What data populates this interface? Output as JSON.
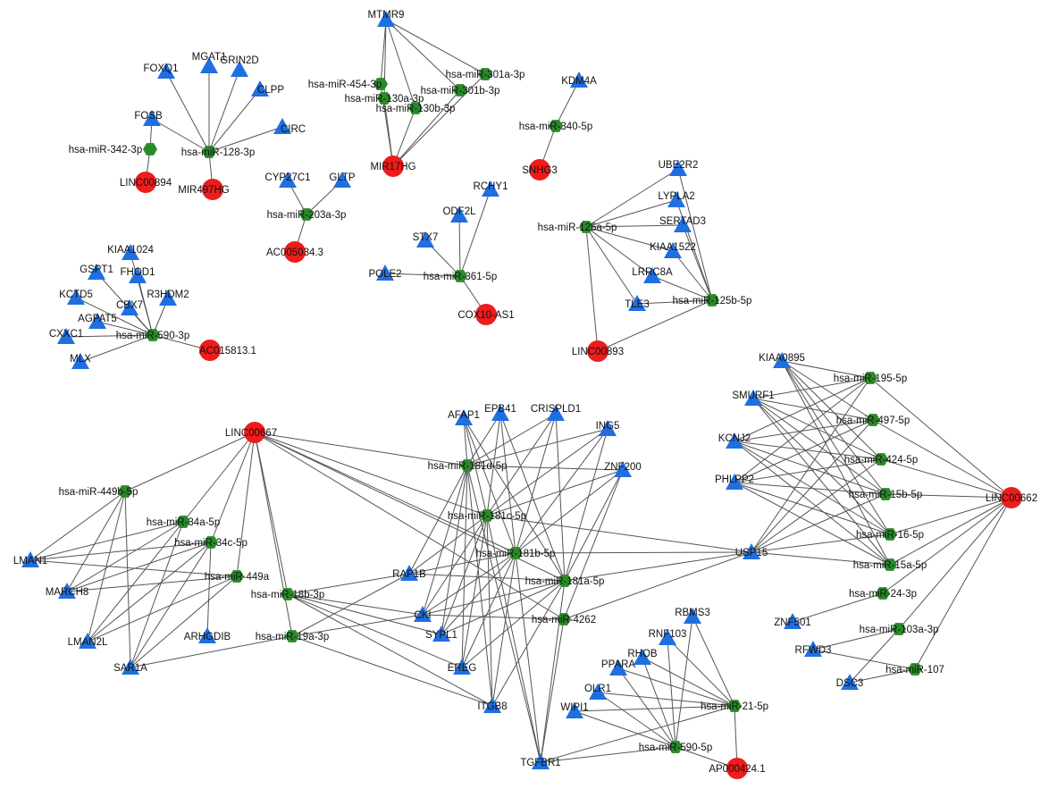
{
  "colors": {
    "lncrna": "#ee1c1c",
    "mirna": "#2a8a2a",
    "mrna": "#1f6fe0",
    "edge": "#555555",
    "background": "#ffffff"
  },
  "legend_shapes": {
    "lncrna": "circle",
    "mirna": "hexagon",
    "mrna": "triangle"
  },
  "nodes": [
    {
      "id": "FOXQ1",
      "label": "FOXQ1",
      "type": "mrna"
    },
    {
      "id": "MGAT1",
      "label": "MGAT1",
      "type": "mrna"
    },
    {
      "id": "GRIN2D",
      "label": "GRIN2D",
      "type": "mrna"
    },
    {
      "id": "CLPP",
      "label": "CLPP",
      "type": "mrna"
    },
    {
      "id": "CIRC",
      "label": "CIRC",
      "type": "mrna"
    },
    {
      "id": "FOSB",
      "label": "FOSB",
      "type": "mrna"
    },
    {
      "id": "miR342",
      "label": "hsa-miR-342-3p",
      "type": "mirna"
    },
    {
      "id": "miR128",
      "label": "hsa-miR-128-3p",
      "type": "mirna"
    },
    {
      "id": "LINC00894",
      "label": "LINC00894",
      "type": "lncrna"
    },
    {
      "id": "MIR497HG",
      "label": "MIR497HG",
      "type": "lncrna"
    },
    {
      "id": "MTMR9",
      "label": "MTMR9",
      "type": "mrna"
    },
    {
      "id": "miR454",
      "label": "hsa-miR-454-3p",
      "type": "mirna"
    },
    {
      "id": "miR130a",
      "label": "hsa-miR-130a-3p",
      "type": "mirna"
    },
    {
      "id": "miR301a",
      "label": "hsa-miR-301a-3p",
      "type": "mirna"
    },
    {
      "id": "miR301b",
      "label": "hsa-miR-301b-3p",
      "type": "mirna"
    },
    {
      "id": "miR130b",
      "label": "hsa-miR-130b-3p",
      "type": "mirna"
    },
    {
      "id": "MIR17HG",
      "label": "MIR17HG",
      "type": "lncrna"
    },
    {
      "id": "KDM4A",
      "label": "KDM4A",
      "type": "mrna"
    },
    {
      "id": "miR340",
      "label": "hsa-miR-340-5p",
      "type": "mirna"
    },
    {
      "id": "SNHG3",
      "label": "SNHG3",
      "type": "lncrna"
    },
    {
      "id": "CYP27C1",
      "label": "CYP27C1",
      "type": "mrna"
    },
    {
      "id": "GLTP",
      "label": "GLTP",
      "type": "mrna"
    },
    {
      "id": "miR203a",
      "label": "hsa-miR-203a-3p",
      "type": "mirna"
    },
    {
      "id": "AC005034",
      "label": "AC005034.3",
      "type": "lncrna"
    },
    {
      "id": "RCHY1",
      "label": "RCHY1",
      "type": "mrna"
    },
    {
      "id": "ODF2L",
      "label": "ODF2L",
      "type": "mrna"
    },
    {
      "id": "STX7",
      "label": "STX7",
      "type": "mrna"
    },
    {
      "id": "POLE2",
      "label": "POLE2",
      "type": "mrna"
    },
    {
      "id": "miR361",
      "label": "hsa-miR-361-5p",
      "type": "mirna"
    },
    {
      "id": "COX10AS1",
      "label": "COX10-AS1",
      "type": "lncrna"
    },
    {
      "id": "UBE2R2",
      "label": "UBE2R2",
      "type": "mrna"
    },
    {
      "id": "LYPLA2",
      "label": "LYPLA2",
      "type": "mrna"
    },
    {
      "id": "SERTAD3",
      "label": "SERTAD3",
      "type": "mrna"
    },
    {
      "id": "KIAA1522",
      "label": "KIAA1522",
      "type": "mrna"
    },
    {
      "id": "LRRC8A",
      "label": "LRRC8A",
      "type": "mrna"
    },
    {
      "id": "TLE3",
      "label": "TLE3",
      "type": "mrna"
    },
    {
      "id": "miR125a",
      "label": "hsa-miR-125a-5p",
      "type": "mirna"
    },
    {
      "id": "miR125b",
      "label": "hsa-miR-125b-5p",
      "type": "mirna"
    },
    {
      "id": "LINC00893",
      "label": "LINC00893",
      "type": "lncrna"
    },
    {
      "id": "KIAA1024",
      "label": "KIAA1024",
      "type": "mrna"
    },
    {
      "id": "GSPT1",
      "label": "GSPT1",
      "type": "mrna"
    },
    {
      "id": "FHOD1",
      "label": "FHOD1",
      "type": "mrna"
    },
    {
      "id": "R3HDM2",
      "label": "R3HDM2",
      "type": "mrna"
    },
    {
      "id": "KCTD5",
      "label": "KCTD5",
      "type": "mrna"
    },
    {
      "id": "CBX7",
      "label": "CBX7",
      "type": "mrna"
    },
    {
      "id": "AGPAT5",
      "label": "AGPAT5",
      "type": "mrna"
    },
    {
      "id": "CXXC1",
      "label": "CXXC1",
      "type": "mrna"
    },
    {
      "id": "MLX",
      "label": "MLX",
      "type": "mrna"
    },
    {
      "id": "miR590_3p",
      "label": "hsa-miR-590-3p",
      "type": "mirna"
    },
    {
      "id": "AC015813",
      "label": "AC015813.1",
      "type": "lncrna"
    },
    {
      "id": "LINC00667",
      "label": "LINC00667",
      "type": "lncrna"
    },
    {
      "id": "miR449b",
      "label": "hsa-miR-449b-5p",
      "type": "mirna"
    },
    {
      "id": "miR34a",
      "label": "hsa-miR-34a-5p",
      "type": "mirna"
    },
    {
      "id": "miR34c",
      "label": "hsa-miR-34c-5p",
      "type": "mirna"
    },
    {
      "id": "miR449a",
      "label": "hsa-miR-449a",
      "type": "mirna"
    },
    {
      "id": "LMAN1",
      "label": "LMAN1",
      "type": "mrna"
    },
    {
      "id": "MARCH8",
      "label": "MARCH8",
      "type": "mrna"
    },
    {
      "id": "LMAN2L",
      "label": "LMAN2L",
      "type": "mrna"
    },
    {
      "id": "ARHGDIB",
      "label": "ARHGDIB",
      "type": "mrna"
    },
    {
      "id": "SAR1A",
      "label": "SAR1A",
      "type": "mrna"
    },
    {
      "id": "miR18b",
      "label": "hsa-miR-18b-3p",
      "type": "mirna"
    },
    {
      "id": "miR19a",
      "label": "hsa-miR-19a-3p",
      "type": "mirna"
    },
    {
      "id": "AFAP1",
      "label": "AFAP1",
      "type": "mrna"
    },
    {
      "id": "EPB41",
      "label": "EPB41",
      "type": "mrna"
    },
    {
      "id": "CRISPLD1",
      "label": "CRISPLD1",
      "type": "mrna"
    },
    {
      "id": "ING5",
      "label": "ING5",
      "type": "mrna"
    },
    {
      "id": "ZNF200",
      "label": "ZNF200",
      "type": "mrna"
    },
    {
      "id": "miR181d",
      "label": "hsa-miR-181d-5p",
      "type": "mirna"
    },
    {
      "id": "miR181c",
      "label": "hsa-miR-181c-5p",
      "type": "mirna"
    },
    {
      "id": "miR181b",
      "label": "hsa-miR-181b-5p",
      "type": "mirna"
    },
    {
      "id": "miR181a",
      "label": "hsa-miR-181a-5p",
      "type": "mirna"
    },
    {
      "id": "miR4262",
      "label": "hsa-miR-4262",
      "type": "mirna"
    },
    {
      "id": "RAP1B",
      "label": "RAP1B",
      "type": "mrna"
    },
    {
      "id": "CKI",
      "label": "CKI",
      "type": "mrna"
    },
    {
      "id": "SYPL1",
      "label": "SYPL1",
      "type": "mrna"
    },
    {
      "id": "EREG",
      "label": "EREG",
      "type": "mrna"
    },
    {
      "id": "ITGB8",
      "label": "ITGB8",
      "type": "mrna"
    },
    {
      "id": "TGFBR1",
      "label": "TGFBR1",
      "type": "mrna"
    },
    {
      "id": "USP15",
      "label": "USP15",
      "type": "mrna"
    },
    {
      "id": "KIAA0895",
      "label": "KIAA0895",
      "type": "mrna"
    },
    {
      "id": "SMURF1",
      "label": "SMURF1",
      "type": "mrna"
    },
    {
      "id": "KCNJ2",
      "label": "KCNJ2",
      "type": "mrna"
    },
    {
      "id": "PHLPP2",
      "label": "PHLPP2",
      "type": "mrna"
    },
    {
      "id": "miR195",
      "label": "hsa-miR-195-5p",
      "type": "mirna"
    },
    {
      "id": "miR497",
      "label": "hsa-miR-497-5p",
      "type": "mirna"
    },
    {
      "id": "miR424",
      "label": "hsa-miR-424-5p",
      "type": "mirna"
    },
    {
      "id": "miR15b",
      "label": "hsa-miR-15b-5p",
      "type": "mirna"
    },
    {
      "id": "miR16",
      "label": "hsa-miR-16-5p",
      "type": "mirna"
    },
    {
      "id": "miR15a",
      "label": "hsa-miR-15a-5p",
      "type": "mirna"
    },
    {
      "id": "LINC00662",
      "label": "LINC00662",
      "type": "lncrna"
    },
    {
      "id": "miR24",
      "label": "hsa-miR-24-3p",
      "type": "mirna"
    },
    {
      "id": "miR103a",
      "label": "hsa-miR-103a-3p",
      "type": "mirna"
    },
    {
      "id": "miR107",
      "label": "hsa-miR-107",
      "type": "mirna"
    },
    {
      "id": "ZNF501",
      "label": "ZNF501",
      "type": "mrna"
    },
    {
      "id": "RFWD3",
      "label": "RFWD3",
      "type": "mrna"
    },
    {
      "id": "DSC3",
      "label": "DSC3",
      "type": "mrna"
    },
    {
      "id": "RBMS3",
      "label": "RBMS3",
      "type": "mrna"
    },
    {
      "id": "RNF103",
      "label": "RNF103",
      "type": "mrna"
    },
    {
      "id": "RHOB",
      "label": "RHOB",
      "type": "mrna"
    },
    {
      "id": "PPARA",
      "label": "PPARA",
      "type": "mrna"
    },
    {
      "id": "OLR1",
      "label": "OLR1",
      "type": "mrna"
    },
    {
      "id": "WIPI1",
      "label": "WIPI1",
      "type": "mrna"
    },
    {
      "id": "miR21",
      "label": "hsa-miR-21-5p",
      "type": "mirna"
    },
    {
      "id": "miR590_5p",
      "label": "hsa-miR-590-5p",
      "type": "mirna"
    },
    {
      "id": "AP000424",
      "label": "AP000424.1",
      "type": "lncrna"
    }
  ],
  "edges": [
    [
      "miR128",
      "FOXQ1"
    ],
    [
      "miR128",
      "MGAT1"
    ],
    [
      "miR128",
      "GRIN2D"
    ],
    [
      "miR128",
      "CLPP"
    ],
    [
      "miR128",
      "CIRC"
    ],
    [
      "miR128",
      "FOSB"
    ],
    [
      "miR128",
      "MIR497HG"
    ],
    [
      "miR342",
      "FOSB"
    ],
    [
      "miR342",
      "LINC00894"
    ],
    [
      "MTMR9",
      "miR454"
    ],
    [
      "MTMR9",
      "miR130a"
    ],
    [
      "MTMR9",
      "miR301a"
    ],
    [
      "MTMR9",
      "miR301b"
    ],
    [
      "MTMR9",
      "miR130b"
    ],
    [
      "MIR17HG",
      "miR454"
    ],
    [
      "MIR17HG",
      "miR130a"
    ],
    [
      "MIR17HG",
      "miR301a"
    ],
    [
      "MIR17HG",
      "miR301b"
    ],
    [
      "MIR17HG",
      "miR130b"
    ],
    [
      "KDM4A",
      "miR340"
    ],
    [
      "miR340",
      "SNHG3"
    ],
    [
      "CYP27C1",
      "miR203a"
    ],
    [
      "GLTP",
      "miR203a"
    ],
    [
      "miR203a",
      "AC005034"
    ],
    [
      "RCHY1",
      "miR361"
    ],
    [
      "ODF2L",
      "miR361"
    ],
    [
      "STX7",
      "miR361"
    ],
    [
      "POLE2",
      "miR361"
    ],
    [
      "miR361",
      "COX10AS1"
    ],
    [
      "miR125a",
      "UBE2R2"
    ],
    [
      "miR125a",
      "LYPLA2"
    ],
    [
      "miR125a",
      "SERTAD3"
    ],
    [
      "miR125a",
      "KIAA1522"
    ],
    [
      "miR125a",
      "LRRC8A"
    ],
    [
      "miR125a",
      "TLE3"
    ],
    [
      "miR125a",
      "LINC00893"
    ],
    [
      "miR125b",
      "UBE2R2"
    ],
    [
      "miR125b",
      "LYPLA2"
    ],
    [
      "miR125b",
      "SERTAD3"
    ],
    [
      "miR125b",
      "KIAA1522"
    ],
    [
      "miR125b",
      "LRRC8A"
    ],
    [
      "miR125b",
      "TLE3"
    ],
    [
      "miR125b",
      "LINC00893"
    ],
    [
      "miR590_3p",
      "KIAA1024"
    ],
    [
      "miR590_3p",
      "GSPT1"
    ],
    [
      "miR590_3p",
      "FHOD1"
    ],
    [
      "miR590_3p",
      "R3HDM2"
    ],
    [
      "miR590_3p",
      "KCTD5"
    ],
    [
      "miR590_3p",
      "CBX7"
    ],
    [
      "miR590_3p",
      "AGPAT5"
    ],
    [
      "miR590_3p",
      "CXXC1"
    ],
    [
      "miR590_3p",
      "MLX"
    ],
    [
      "miR590_3p",
      "AC015813"
    ],
    [
      "LINC00667",
      "miR449b"
    ],
    [
      "LINC00667",
      "miR34a"
    ],
    [
      "LINC00667",
      "miR34c"
    ],
    [
      "LINC00667",
      "miR449a"
    ],
    [
      "LINC00667",
      "miR18b"
    ],
    [
      "LINC00667",
      "miR19a"
    ],
    [
      "LINC00667",
      "miR181d"
    ],
    [
      "LINC00667",
      "miR181c"
    ],
    [
      "LINC00667",
      "miR181b"
    ],
    [
      "LINC00667",
      "miR181a"
    ],
    [
      "LINC00667",
      "miR4262"
    ],
    [
      "miR449b",
      "LMAN1"
    ],
    [
      "miR449b",
      "MARCH8"
    ],
    [
      "miR449b",
      "LMAN2L"
    ],
    [
      "miR449b",
      "SAR1A"
    ],
    [
      "miR34a",
      "LMAN1"
    ],
    [
      "miR34a",
      "MARCH8"
    ],
    [
      "miR34a",
      "LMAN2L"
    ],
    [
      "miR34a",
      "SAR1A"
    ],
    [
      "miR34c",
      "LMAN1"
    ],
    [
      "miR34c",
      "MARCH8"
    ],
    [
      "miR34c",
      "LMAN2L"
    ],
    [
      "miR34c",
      "SAR1A"
    ],
    [
      "miR34c",
      "ARHGDIB"
    ],
    [
      "miR449a",
      "LMAN1"
    ],
    [
      "miR449a",
      "MARCH8"
    ],
    [
      "miR449a",
      "LMAN2L"
    ],
    [
      "miR449a",
      "SAR1A"
    ],
    [
      "miR18b",
      "RAP1B"
    ],
    [
      "miR18b",
      "CKI"
    ],
    [
      "miR18b",
      "SYPL1"
    ],
    [
      "miR18b",
      "EREG"
    ],
    [
      "miR18b",
      "ITGB8"
    ],
    [
      "miR19a",
      "SAR1A"
    ],
    [
      "miR19a",
      "RAP1B"
    ],
    [
      "miR19a",
      "CKI"
    ],
    [
      "miR19a",
      "ITGB8"
    ],
    [
      "miR181d",
      "AFAP1"
    ],
    [
      "miR181d",
      "EPB41"
    ],
    [
      "miR181d",
      "CRISPLD1"
    ],
    [
      "miR181d",
      "ING5"
    ],
    [
      "miR181d",
      "ZNF200"
    ],
    [
      "miR181d",
      "RAP1B"
    ],
    [
      "miR181d",
      "CKI"
    ],
    [
      "miR181d",
      "SYPL1"
    ],
    [
      "miR181d",
      "EREG"
    ],
    [
      "miR181d",
      "ITGB8"
    ],
    [
      "miR181d",
      "TGFBR1"
    ],
    [
      "miR181c",
      "AFAP1"
    ],
    [
      "miR181c",
      "EPB41"
    ],
    [
      "miR181c",
      "CRISPLD1"
    ],
    [
      "miR181c",
      "ING5"
    ],
    [
      "miR181c",
      "ZNF200"
    ],
    [
      "miR181c",
      "RAP1B"
    ],
    [
      "miR181c",
      "CKI"
    ],
    [
      "miR181c",
      "SYPL1"
    ],
    [
      "miR181c",
      "EREG"
    ],
    [
      "miR181c",
      "ITGB8"
    ],
    [
      "miR181c",
      "TGFBR1"
    ],
    [
      "miR181c",
      "USP15"
    ],
    [
      "miR181b",
      "AFAP1"
    ],
    [
      "miR181b",
      "EPB41"
    ],
    [
      "miR181b",
      "CRISPLD1"
    ],
    [
      "miR181b",
      "ING5"
    ],
    [
      "miR181b",
      "ZNF200"
    ],
    [
      "miR181b",
      "RAP1B"
    ],
    [
      "miR181b",
      "CKI"
    ],
    [
      "miR181b",
      "SYPL1"
    ],
    [
      "miR181b",
      "EREG"
    ],
    [
      "miR181b",
      "ITGB8"
    ],
    [
      "miR181b",
      "TGFBR1"
    ],
    [
      "miR181b",
      "USP15"
    ],
    [
      "miR181a",
      "AFAP1"
    ],
    [
      "miR181a",
      "EPB41"
    ],
    [
      "miR181a",
      "CRISPLD1"
    ],
    [
      "miR181a",
      "ING5"
    ],
    [
      "miR181a",
      "ZNF200"
    ],
    [
      "miR181a",
      "RAP1B"
    ],
    [
      "miR181a",
      "CKI"
    ],
    [
      "miR181a",
      "SYPL1"
    ],
    [
      "miR181a",
      "EREG"
    ],
    [
      "miR181a",
      "ITGB8"
    ],
    [
      "miR181a",
      "TGFBR1"
    ],
    [
      "miR181a",
      "USP15"
    ],
    [
      "miR4262",
      "ZNF200"
    ],
    [
      "miR4262",
      "CKI"
    ],
    [
      "miR4262",
      "TGFBR1"
    ],
    [
      "miR4262",
      "USP15"
    ],
    [
      "USP15",
      "miR195"
    ],
    [
      "USP15",
      "miR497"
    ],
    [
      "USP15",
      "miR424"
    ],
    [
      "USP15",
      "miR15b"
    ],
    [
      "USP15",
      "miR16"
    ],
    [
      "USP15",
      "miR15a"
    ],
    [
      "KIAA0895",
      "miR195"
    ],
    [
      "KIAA0895",
      "miR497"
    ],
    [
      "KIAA0895",
      "miR424"
    ],
    [
      "KIAA0895",
      "miR15b"
    ],
    [
      "KIAA0895",
      "miR16"
    ],
    [
      "KIAA0895",
      "miR15a"
    ],
    [
      "SMURF1",
      "miR195"
    ],
    [
      "SMURF1",
      "miR497"
    ],
    [
      "SMURF1",
      "miR424"
    ],
    [
      "SMURF1",
      "miR15b"
    ],
    [
      "SMURF1",
      "miR16"
    ],
    [
      "SMURF1",
      "miR15a"
    ],
    [
      "KCNJ2",
      "miR195"
    ],
    [
      "KCNJ2",
      "miR497"
    ],
    [
      "KCNJ2",
      "miR424"
    ],
    [
      "KCNJ2",
      "miR15b"
    ],
    [
      "KCNJ2",
      "miR16"
    ],
    [
      "KCNJ2",
      "miR15a"
    ],
    [
      "PHLPP2",
      "miR195"
    ],
    [
      "PHLPP2",
      "miR497"
    ],
    [
      "PHLPP2",
      "miR424"
    ],
    [
      "PHLPP2",
      "miR15b"
    ],
    [
      "PHLPP2",
      "miR16"
    ],
    [
      "PHLPP2",
      "miR15a"
    ],
    [
      "LINC00662",
      "miR195"
    ],
    [
      "LINC00662",
      "miR497"
    ],
    [
      "LINC00662",
      "miR424"
    ],
    [
      "LINC00662",
      "miR15b"
    ],
    [
      "LINC00662",
      "miR16"
    ],
    [
      "LINC00662",
      "miR15a"
    ],
    [
      "LINC00662",
      "miR24"
    ],
    [
      "LINC00662",
      "miR103a"
    ],
    [
      "LINC00662",
      "miR107"
    ],
    [
      "miR24",
      "ZNF501"
    ],
    [
      "miR103a",
      "RFWD3"
    ],
    [
      "miR103a",
      "DSC3"
    ],
    [
      "miR107",
      "RFWD3"
    ],
    [
      "miR107",
      "DSC3"
    ],
    [
      "miR21",
      "RBMS3"
    ],
    [
      "miR21",
      "RNF103"
    ],
    [
      "miR21",
      "RHOB"
    ],
    [
      "miR21",
      "PPARA"
    ],
    [
      "miR21",
      "OLR1"
    ],
    [
      "miR21",
      "WIPI1"
    ],
    [
      "miR21",
      "TGFBR1"
    ],
    [
      "miR21",
      "AP000424"
    ],
    [
      "miR590_5p",
      "RBMS3"
    ],
    [
      "miR590_5p",
      "RNF103"
    ],
    [
      "miR590_5p",
      "RHOB"
    ],
    [
      "miR590_5p",
      "PPARA"
    ],
    [
      "miR590_5p",
      "OLR1"
    ],
    [
      "miR590_5p",
      "WIPI1"
    ],
    [
      "miR590_5p",
      "TGFBR1"
    ],
    [
      "miR590_5p",
      "AP000424"
    ]
  ]
}
